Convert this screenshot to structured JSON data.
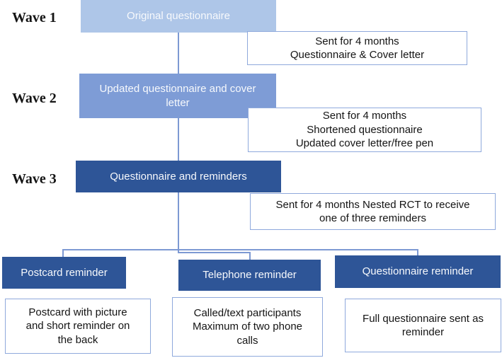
{
  "waves": [
    {
      "label": "Wave 1",
      "box": "Original questionnaire",
      "note": "Sent for 4 months\nQuestionnaire & Cover letter"
    },
    {
      "label": "Wave 2",
      "box": "Updated questionnaire and cover\nletter",
      "note": "Sent for 4 months\nShortened questionnaire\nUpdated cover letter/free pen"
    },
    {
      "label": "Wave 3",
      "box": "Questionnaire and reminders",
      "note": "Sent for 4 months Nested RCT to receive\none of three reminders"
    }
  ],
  "branches": [
    {
      "box": "Postcard reminder",
      "note": "Postcard with picture\nand short reminder on\nthe back"
    },
    {
      "box": "Telephone reminder",
      "note": "Called/text participants\nMaximum of two phone\ncalls"
    },
    {
      "box": "Questionnaire reminder",
      "note": "Full questionnaire sent as\nreminder"
    }
  ],
  "colors": {
    "wave1_fill": "#aec6e8",
    "wave2_fill": "#7e9cd6",
    "wave3_fill": "#2e5597",
    "branch_fill": "#2e5597",
    "note_border": "#8fa9dc",
    "connector": "#7d99d3",
    "wave_label_text": "#141414",
    "node_text": "#f7f9fc",
    "note_text": "#141414"
  }
}
